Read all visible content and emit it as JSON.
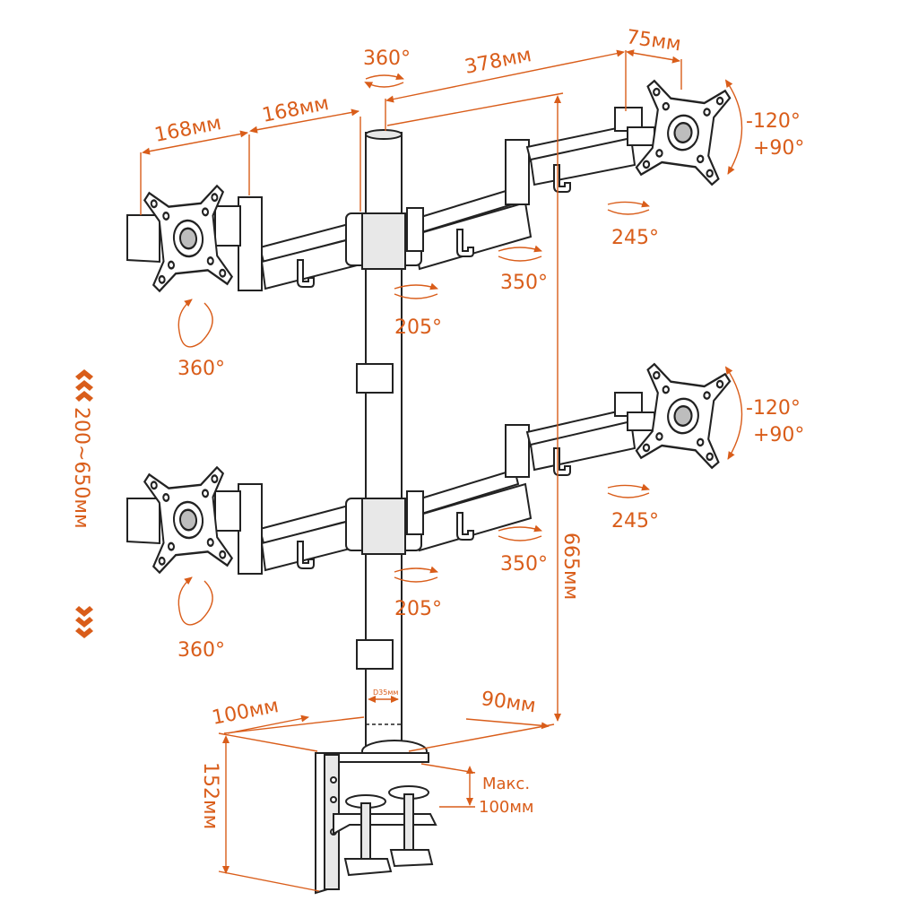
{
  "colors": {
    "accent": "#d95d1a",
    "line": "#222222",
    "background": "#ffffff"
  },
  "dimensions": {
    "rot_pole_top": "360°",
    "reach_right": "378мм",
    "offset_right": "75мм",
    "left_arm_outer": "168мм",
    "left_arm_inner": "168мм",
    "tilt_top": "-120°",
    "tilt_top_b": "+90°",
    "swivel_top": "245°",
    "arm_top": "350°",
    "pole_top": "205°",
    "rot_left_top": "360°",
    "height_range": "200~650мм",
    "tilt_bottom": "-120°",
    "tilt_bottom_b": "+90°",
    "swivel_bottom": "245°",
    "arm_bottom": "350°",
    "pole_height": "665мм",
    "pole_bottom": "205°",
    "rot_left_bottom": "360°",
    "pole_diameter": "D35мм",
    "base_left": "100мм",
    "base_right": "90мм",
    "clamp_height": "152мм",
    "desk_max_a": "Макс.",
    "desk_max_b": "100мм"
  }
}
